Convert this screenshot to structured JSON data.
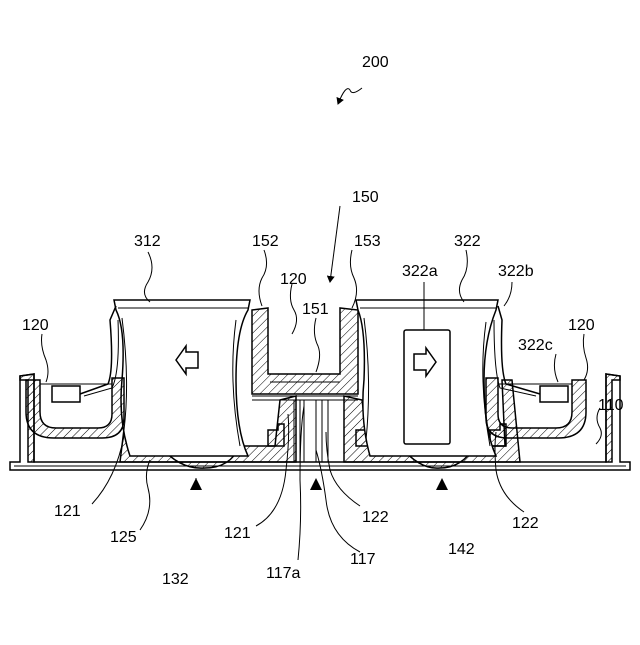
{
  "labels": {
    "device": "200",
    "cover_assembly": "150",
    "left_cup": "312",
    "wall_left": "152",
    "wall_right": "153",
    "right_cup": "322",
    "center_120": "120",
    "partition": "151",
    "window": "322a",
    "arm_right": "322b",
    "left_120": "120",
    "right_120": "120",
    "clip": "322c",
    "tray": "110",
    "left_121": "121",
    "left_125": "125",
    "left_132": "132",
    "center_121": "121",
    "center_117a": "117a",
    "center_117": "117",
    "center_122": "122",
    "right_142": "142",
    "right_122": "122"
  }
}
